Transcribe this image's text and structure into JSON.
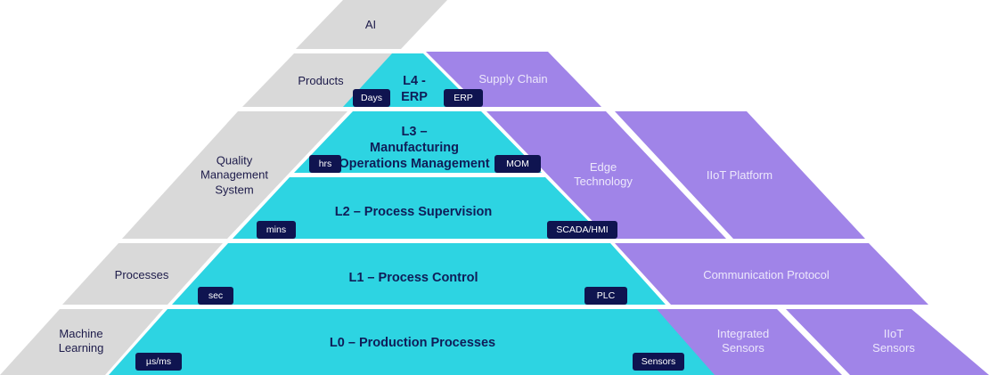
{
  "colors": {
    "gray_block": "#d9d9d9",
    "level_block": "#2dd4e2",
    "tech_block": "#a084e8",
    "badge_bg": "#0f1450",
    "level_text": "#0f1d58"
  },
  "left_column": {
    "ai": "AI",
    "products": "Products",
    "qms": [
      "Quality",
      "Management",
      "System"
    ],
    "processes": "Processes",
    "ml": [
      "Machine",
      "Learning"
    ]
  },
  "levels": {
    "l4": {
      "title": [
        "L4 -",
        "ERP"
      ],
      "timescale": "Days",
      "system": "ERP"
    },
    "l3": {
      "title": [
        "L3 –",
        "Manufacturing",
        "Operations Management"
      ],
      "timescale": "hrs",
      "system": "MOM"
    },
    "l2": {
      "title": "L2 – Process Supervision",
      "timescale": "mins",
      "system": "SCADA/HMI"
    },
    "l1": {
      "title": "L1 – Process Control",
      "timescale": "sec",
      "system": "PLC"
    },
    "l0": {
      "title": "L0 – Production Processes",
      "timescale": "µs/ms",
      "system": "Sensors"
    }
  },
  "right_column": {
    "supply_chain": "Supply Chain",
    "edge": [
      "Edge",
      "Technology"
    ],
    "iiot_platform": "IIoT Platform",
    "comm_protocol": "Communication Protocol",
    "integrated_sensors": [
      "Integrated",
      "Sensors"
    ],
    "iiot_sensors": [
      "IIoT",
      "Sensors"
    ]
  }
}
